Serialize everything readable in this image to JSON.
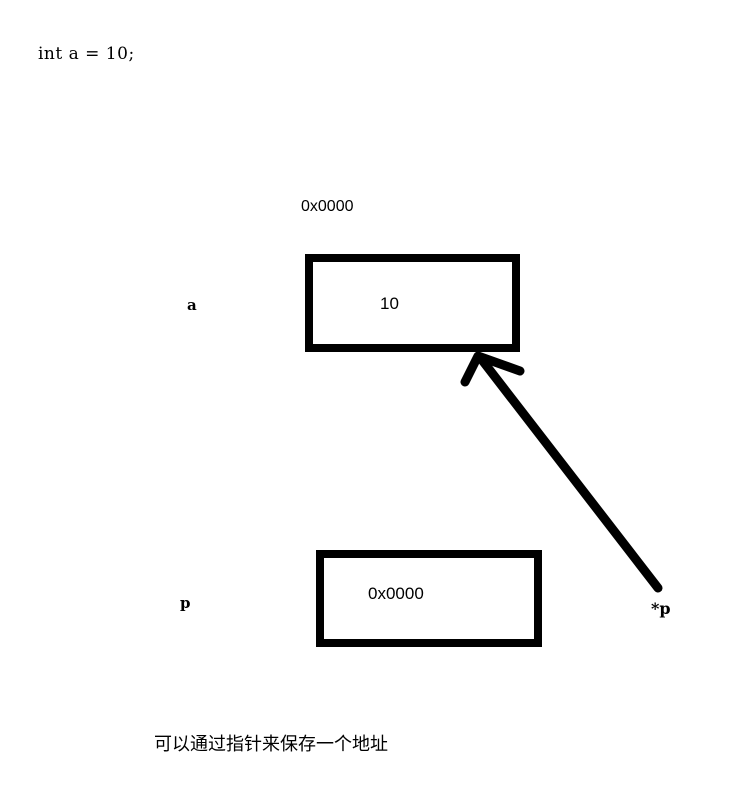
{
  "code": {
    "line": "int a = 10;"
  },
  "variable_a": {
    "label": "a",
    "address": "0x0000",
    "value": "10"
  },
  "variable_p": {
    "label": "p",
    "value": "0x0000"
  },
  "pointer": {
    "label": "*p"
  },
  "caption": "可以通过指针来保存一个地址"
}
